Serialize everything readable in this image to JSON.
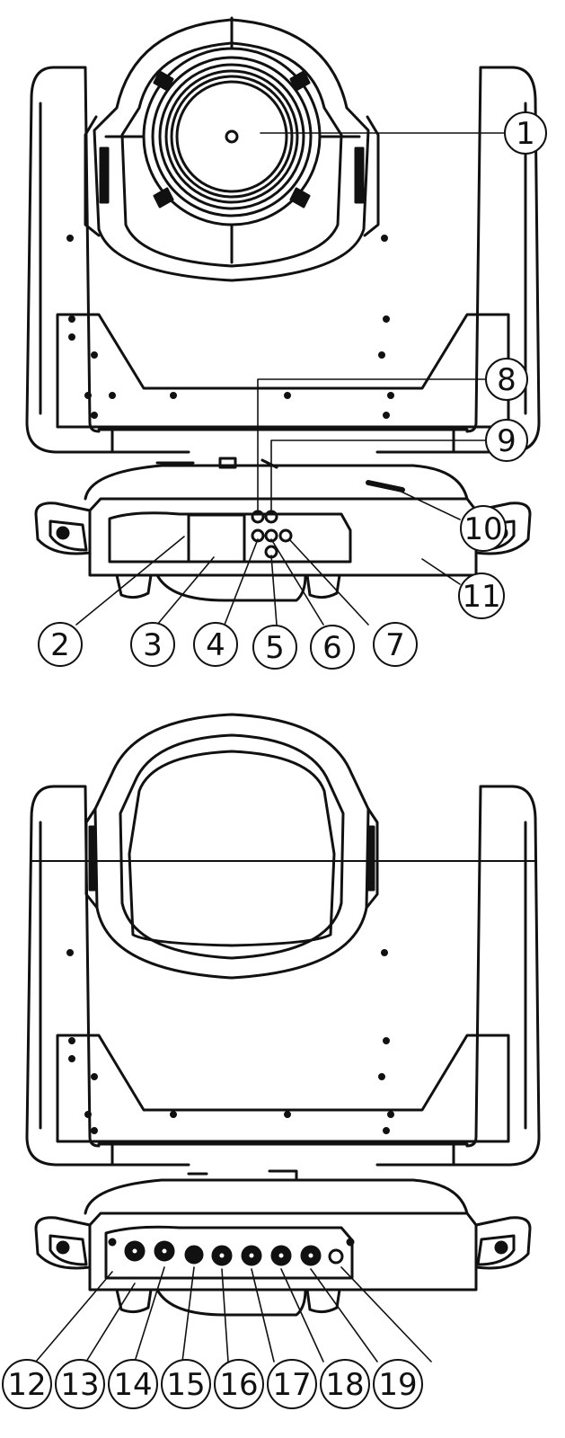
{
  "callouts": {
    "c1": "1",
    "c2": "2",
    "c3": "3",
    "c4": "4",
    "c5": "5",
    "c6": "6",
    "c7": "7",
    "c8": "8",
    "c9": "9",
    "c10": "10",
    "c11": "11",
    "c12": "12",
    "c13": "13",
    "c14": "14",
    "c15": "15",
    "c16": "16",
    "c17": "17",
    "c18": "18",
    "c19": "19"
  },
  "colors": {
    "stroke": "#111111",
    "background": "#ffffff"
  }
}
